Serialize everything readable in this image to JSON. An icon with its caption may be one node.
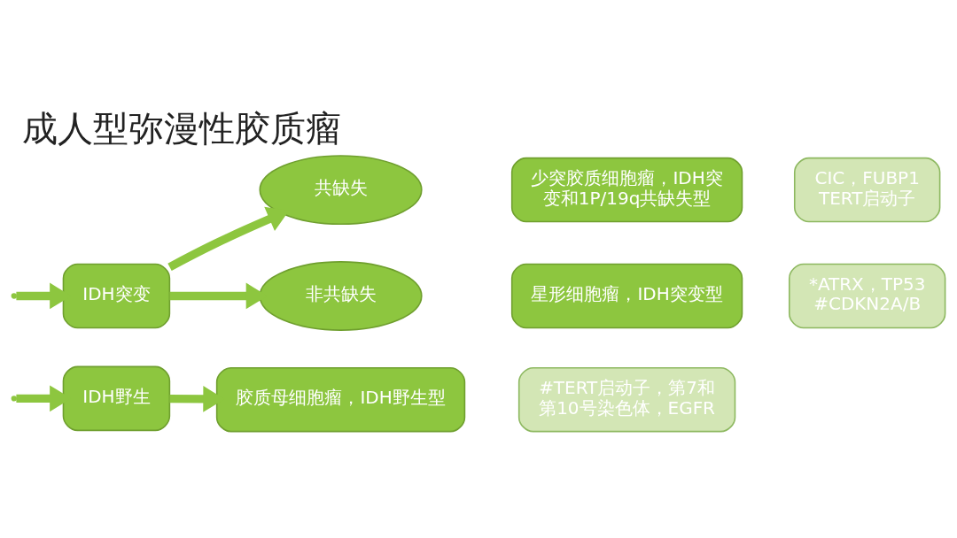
{
  "diagram": {
    "title": "成人型弥漫性胶质瘤",
    "nodes": [
      {
        "text": [
          "IDH突变"
        ]
      },
      {
        "text": [
          "共缺失"
        ]
      },
      {
        "text": [
          "非共缺失"
        ]
      },
      {
        "text": [
          "少突胶质细胞瘤，IDH突变和1P/19q共缺失型"
        ]
      },
      {
        "text": [
          "CIC，FUBP1 TERT启动子"
        ]
      },
      {
        "text": [
          "星形细胞瘤，IDH突变型"
        ]
      },
      {
        "text": [
          "*ATRX，TP53 #CDKN2A/B"
        ]
      },
      {
        "text": [
          "IDH野生"
        ]
      },
      {
        "text": [
          "胶质母细胞瘤，IDH野生型"
        ]
      },
      {
        "text": [
          "#TERT启动子，第7和第10号染色体，EGFR"
        ]
      }
    ],
    "edges": [
      {
        "from": null,
        "to": 0,
        "arrow": "to"
      },
      {
        "from": 0,
        "to": 1,
        "arrow": "to"
      },
      {
        "from": 0,
        "to": 2,
        "arrow": "to"
      },
      {
        "from": null,
        "to": 7,
        "arrow": "to"
      },
      {
        "from": 7,
        "to": 8,
        "arrow": "to"
      }
    ]
  }
}
